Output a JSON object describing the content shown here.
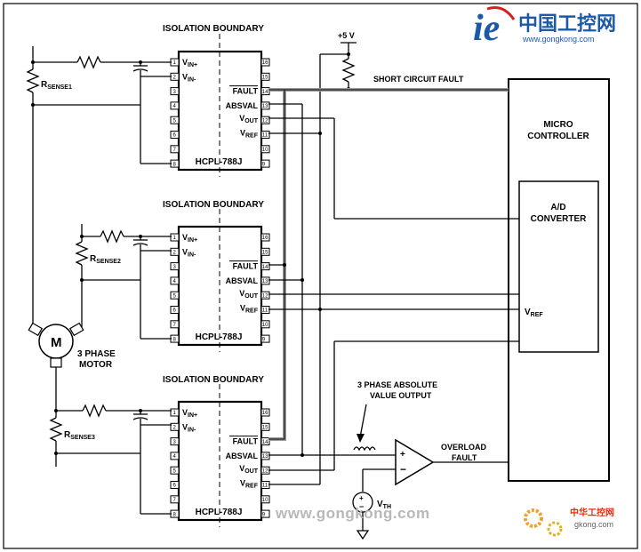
{
  "logo": {
    "brand": "中国工控网",
    "url": "www.gongkong.com"
  },
  "watermark": {
    "center_text": "www.gongkong.com",
    "corner_brand": "中华工控网",
    "corner_url": "gkong.com"
  },
  "diagram": {
    "isolation_label": "ISOLATION BOUNDARY",
    "chips": [
      {
        "part": "HCPL-788J"
      },
      {
        "part": "HCPL-788J"
      },
      {
        "part": "HCPL-788J"
      }
    ],
    "pins": {
      "vin_plus": "V",
      "vin_plus_sub": "IN+",
      "vin_minus": "V",
      "vin_minus_sub": "IN-",
      "fault": "FAULT",
      "absval": "ABSVAL",
      "vout": "V",
      "vout_sub": "OUT",
      "vref": "V",
      "vref_sub": "REF"
    },
    "left_pin_numbers": [
      "1",
      "2",
      "3",
      "4",
      "5",
      "6",
      "7",
      "8"
    ],
    "right_pin_numbers": [
      "16",
      "15",
      "14",
      "13",
      "12",
      "11",
      "10",
      "9"
    ],
    "rsense": [
      {
        "main": "R",
        "sub": "SENSE1"
      },
      {
        "main": "R",
        "sub": "SENSE2"
      },
      {
        "main": "R",
        "sub": "SENSE3"
      }
    ],
    "supply": "+5 V",
    "short_circuit": "SHORT CIRCUIT FAULT",
    "micro_line1": "MICRO",
    "micro_line2": "CONTROLLER",
    "ad_line1": "A/D",
    "ad_line2": "CONVERTER",
    "vref_main": "V",
    "vref_sub": "REF",
    "motor_symbol": "M",
    "motor_line1": "3 PHASE",
    "motor_line2": "MOTOR",
    "abs_line1": "3 PHASE ABSOLUTE",
    "abs_line2": "VALUE OUTPUT",
    "overload_line1": "OVERLOAD",
    "overload_line2": "FAULT",
    "vth_main": "V",
    "vth_sub": "TH",
    "plus_sign": "+",
    "minus_sign": "−"
  }
}
